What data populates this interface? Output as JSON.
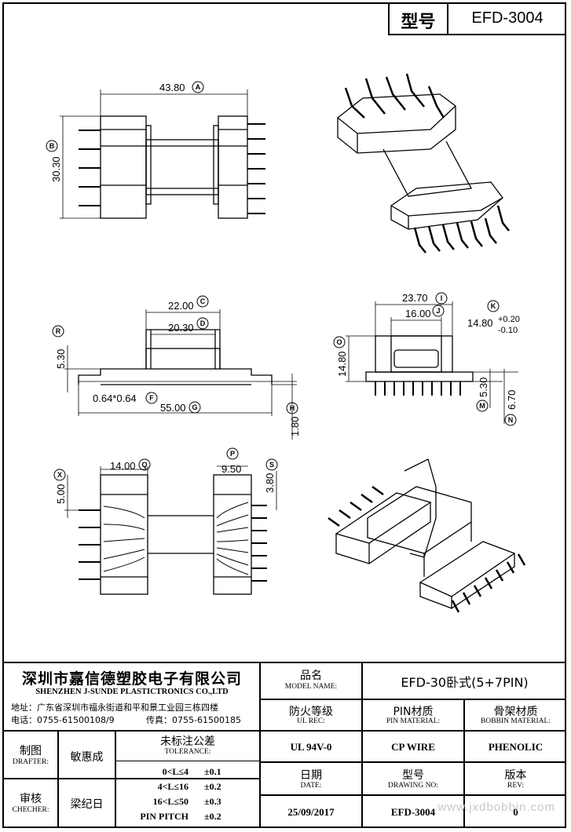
{
  "header": {
    "model_label": "型号",
    "model_value": "EFD-3004"
  },
  "dimensions": {
    "a": "43.80",
    "b": "30.30",
    "c": "22.00",
    "d": "20.30",
    "r": "5.30",
    "f": "0.64*0.64",
    "g": "55.00",
    "h": "1.80",
    "i": "23.70",
    "j": "16.00",
    "k": "14.80",
    "k_tol_plus": "+0.20",
    "k_tol_minus": "-0.10",
    "o": "14.80",
    "m": "5.30",
    "n": "6.70",
    "q": "14.00",
    "x": "5.00",
    "p": "9.50",
    "s": "3.80"
  },
  "markers": {
    "A": "A",
    "B": "B",
    "C": "C",
    "D": "D",
    "R": "R",
    "F": "F",
    "G": "G",
    "H": "H",
    "I": "I",
    "J": "J",
    "K": "K",
    "O": "O",
    "M": "M",
    "N": "N",
    "Q": "Q",
    "X": "X",
    "P": "P",
    "S": "S"
  },
  "company": {
    "name_cn": "深圳市嘉信德塑胶电子有限公司",
    "name_en": "SHENZHEN J-SUNDE PLASTICTRONICS CO.,LTD",
    "address": "地址：广东省深圳市福永街道和平和景工业园三栋四楼",
    "phone": "电话：0755-61500108/9",
    "fax": "传真：0755-61500185"
  },
  "title_block": {
    "model_name_cn": "品名",
    "model_name_en": "MODEL NAME:",
    "model_name_value": "EFD-30卧式(5+7PIN)",
    "ul_cn": "防火等级",
    "ul_en": "UL REC:",
    "pin_cn": "PIN材质",
    "pin_en": "PIN MATERIAL:",
    "bobbin_cn": "骨架材质",
    "bobbin_en": "BOBBIN MATERIAL:",
    "ul_value": "UL 94V-0",
    "pin_value": "CP WIRE",
    "bobbin_value": "PHENOLIC",
    "drafter_cn": "制图",
    "drafter_en": "DRAFTER:",
    "drafter_name": "敏惠成",
    "tolerance_cn": "未标注公差",
    "tolerance_en": "TOLERANCE:",
    "tol_rows": [
      {
        "range": "0<L≤4",
        "value": "±0.1"
      },
      {
        "range": "4<L≤16",
        "value": "±0.2"
      },
      {
        "range": "16<L≤50",
        "value": "±0.3"
      },
      {
        "range": "PIN PITCH",
        "value": "±0.2"
      }
    ],
    "checker_cn": "审核",
    "checker_en": "CHECHER:",
    "checker_name": "梁纪日",
    "date_cn": "日期",
    "date_en": "DATE:",
    "date_value": "25/09/2017",
    "drawing_cn": "型号",
    "drawing_en": "DRAWING NO:",
    "drawing_value": "EFD-3004",
    "rev_cn": "版本",
    "rev_en": "REV:",
    "rev_value": "0"
  },
  "watermark": "www.jxdbobbin.com"
}
